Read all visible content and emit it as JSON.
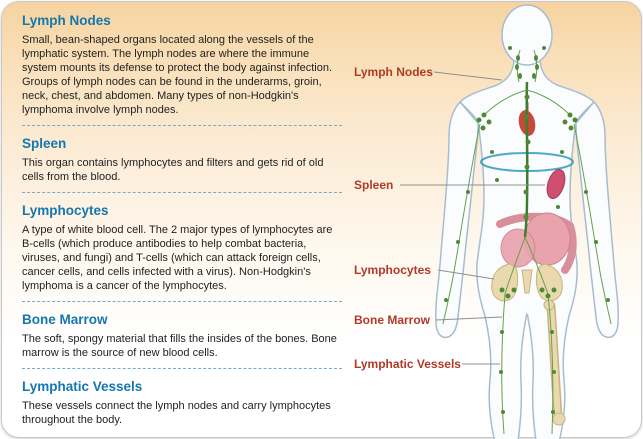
{
  "panel": {
    "sections": [
      {
        "heading": "Lymph Nodes",
        "body": "Small, bean-shaped organs located along the vessels of the lymphatic system. The lymph nodes are where the immune system mounts its defense to protect the body against infection. Groups of lymph nodes can be found in the underarms, groin, neck, chest, and abdomen. Many types of non-Hodgkin's lymphoma involve lymph nodes."
      },
      {
        "heading": "Spleen",
        "body": "This organ contains lymphocytes and filters and gets rid of old cells from the blood."
      },
      {
        "heading": "Lymphocytes",
        "body": "A type of white blood cell. The 2 major types of lymphocytes are B-cells (which produce antibodies to help combat bacteria, viruses, and fungi) and T-cells (which can attack foreign cells, cancer cells, and cells infected with a virus). Non-Hodgkin's lymphoma is a cancer of the lymphocytes."
      },
      {
        "heading": "Bone Marrow",
        "body": "The soft, spongy material that fills the insides of the bones. Bone marrow is the source of new blood cells."
      },
      {
        "heading": "Lymphatic Vessels",
        "body": "These vessels connect the lymph nodes and carry lymphocytes throughout the body."
      }
    ]
  },
  "diagram": {
    "labels": [
      {
        "text": "Lymph Nodes"
      },
      {
        "text": "Spleen"
      },
      {
        "text": "Lymphocytes"
      },
      {
        "text": "Bone Marrow"
      },
      {
        "text": "Lymphatic Vessels"
      }
    ]
  },
  "colors": {
    "heading_blue": "#1577ad",
    "label_red": "#b03a27",
    "divider_blue": "#74a9d3",
    "vessel_green": "#5d9643",
    "body_outline": "#a6bdd1",
    "background_peach": "#f6d3a0"
  }
}
